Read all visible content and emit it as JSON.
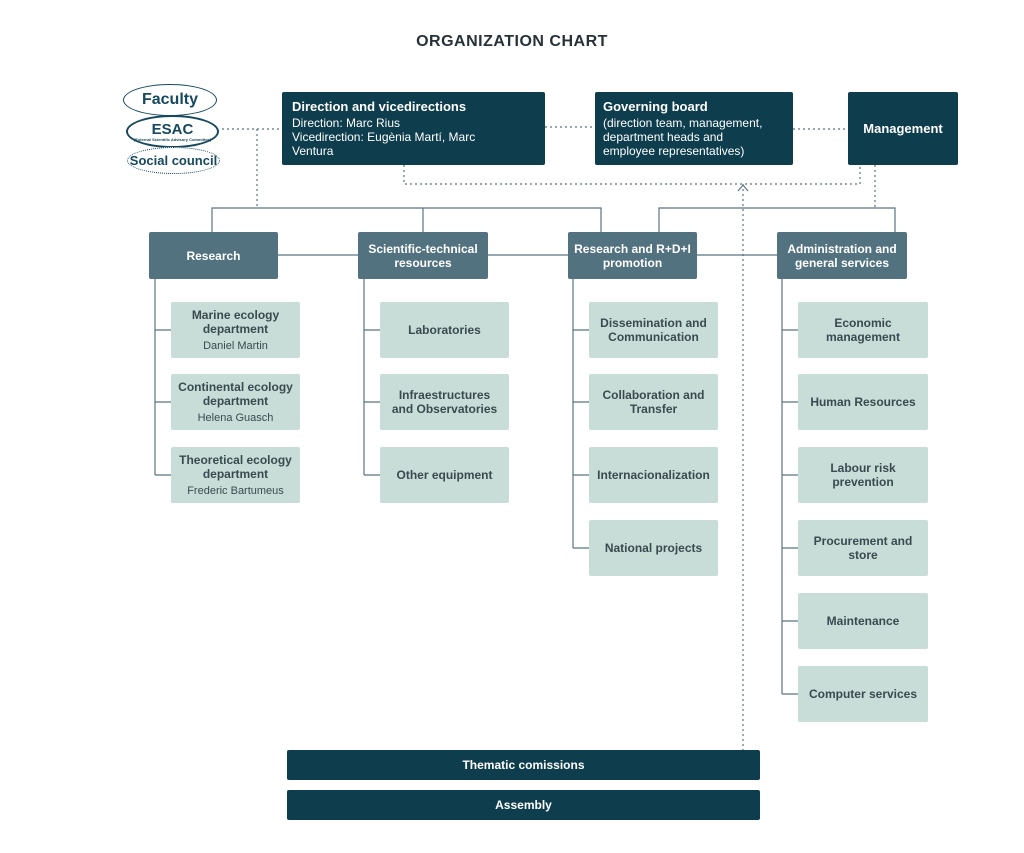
{
  "title": "ORGANIZATION CHART",
  "side_bodies": {
    "faculty": "Faculty",
    "esac": "ESAC",
    "esac_sub": "(External Scientific Advisory Committee)",
    "social_council": "Social council"
  },
  "top": {
    "direction": {
      "title": "Direction and vicedirections",
      "line1": "Direction: Marc Rius",
      "line2": "Vicedirection: Eugènia Martí, Marc",
      "line3": "Ventura"
    },
    "board": {
      "title": "Governing board",
      "line1": "(direction team, management,",
      "line2": "department heads and",
      "line3": "employee representatives)"
    },
    "management": "Management"
  },
  "areas": {
    "research": {
      "label": "Research",
      "items": [
        {
          "line1": "Marine ecology",
          "line2": "department",
          "person": "Daniel Martin"
        },
        {
          "line1": "Continental ecology",
          "line2": "department",
          "person": "Helena Guasch"
        },
        {
          "line1": "Theoretical ecology",
          "line2": "department",
          "person": "Frederic Bartumeus"
        }
      ]
    },
    "sci_tech": {
      "line1": "Scientific-technical",
      "line2": "resources",
      "items": [
        {
          "line1": "Laboratories",
          "line2": ""
        },
        {
          "line1": "Infraestructures",
          "line2": "and Observatories"
        },
        {
          "line1": "Other equipment",
          "line2": ""
        }
      ]
    },
    "rdi": {
      "line1": "Research and R+D+I",
      "line2": "promotion",
      "items": [
        {
          "line1": "Dissemination and",
          "line2": "Communication"
        },
        {
          "line1": "Collaboration and",
          "line2": "Transfer"
        },
        {
          "line1": "Internacionalization",
          "line2": ""
        },
        {
          "line1": "National projects",
          "line2": ""
        }
      ]
    },
    "admin": {
      "line1": "Administration and",
      "line2": "general services",
      "items": [
        {
          "line1": "Economic",
          "line2": "management"
        },
        {
          "line1": "Human Resources",
          "line2": ""
        },
        {
          "line1": "Labour risk",
          "line2": "prevention"
        },
        {
          "line1": "Procurement and",
          "line2": "store"
        },
        {
          "line1": "Maintenance",
          "line2": ""
        },
        {
          "line1": "Computer services",
          "line2": ""
        }
      ]
    }
  },
  "bottom": {
    "thematic": "Thematic comissions",
    "assembly": "Assembly"
  },
  "colors": {
    "dark": "#0e3d4d",
    "mid": "#537280",
    "light": "#c8ddd8",
    "line": "#5a7580"
  }
}
